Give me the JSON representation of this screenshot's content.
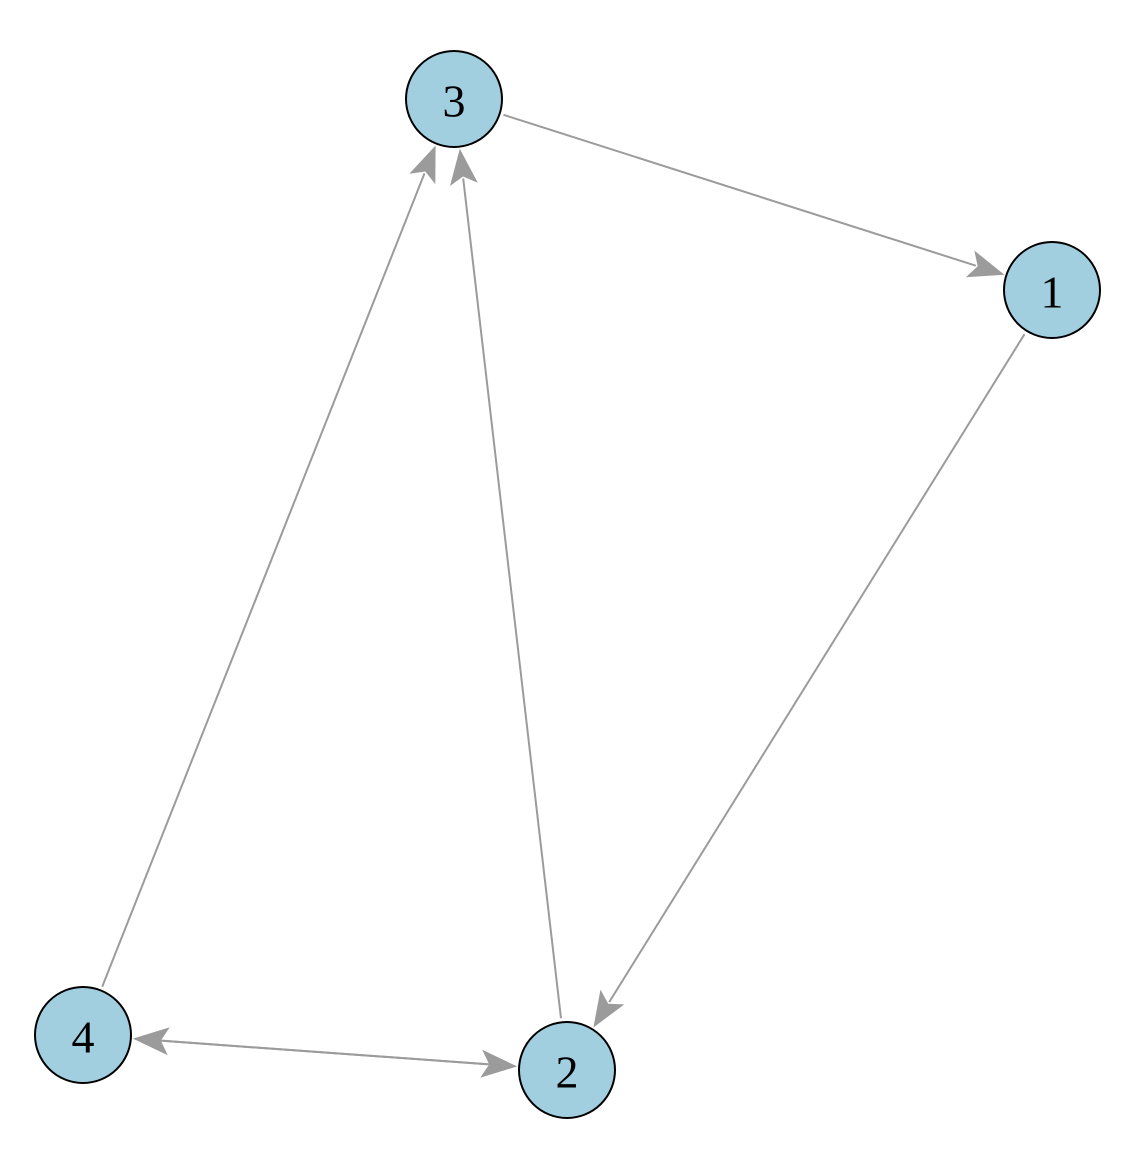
{
  "graph": {
    "node_fill": "#a1cfe0",
    "node_stroke": "#000000",
    "edge_color": "#9b9b9b",
    "nodes": [
      {
        "id": "1",
        "label": "1"
      },
      {
        "id": "2",
        "label": "2"
      },
      {
        "id": "3",
        "label": "3"
      },
      {
        "id": "4",
        "label": "4"
      }
    ],
    "edges": [
      {
        "from": "3",
        "to": "1"
      },
      {
        "from": "1",
        "to": "2"
      },
      {
        "from": "2",
        "to": "3"
      },
      {
        "from": "4",
        "to": "3"
      },
      {
        "from": "4",
        "to": "2"
      },
      {
        "from": "2",
        "to": "4"
      }
    ]
  }
}
